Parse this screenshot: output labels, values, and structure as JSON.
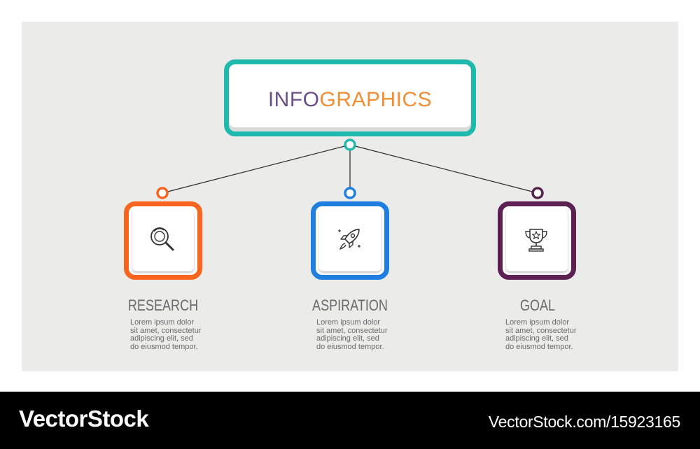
{
  "diagram": {
    "title_part1": "INFO",
    "title_part2": "GRAPHICS",
    "colors": {
      "title_border": "#20b9ad",
      "title_part1": "#6b4f87",
      "title_part2": "#f28f35",
      "background": "#ebecea"
    },
    "nodes": [
      {
        "label": "RESEARCH",
        "icon": "magnifier-icon",
        "color": "#f9641f",
        "desc": [
          "Lorem ipsum dolor",
          "sit amet, consectetur",
          "adipiscing elit, sed",
          "do eiusmod tempor."
        ]
      },
      {
        "label": "ASPIRATION",
        "icon": "rocket-icon",
        "color": "#1f7fe0",
        "desc": [
          "Lorem ipsum dolor",
          "sit amet, consectetur",
          "adipiscing elit, sed",
          "do eiusmod tempor."
        ]
      },
      {
        "label": "GOAL",
        "icon": "trophy-icon",
        "color": "#5d2052",
        "desc": [
          "Lorem ipsum dolor",
          "sit amet, consectetur",
          "adipiscing elit, sed",
          "do eiusmod tempor."
        ]
      }
    ]
  },
  "footer": {
    "brand": "VectorStock",
    "url": "VectorStock.com/15923165"
  }
}
